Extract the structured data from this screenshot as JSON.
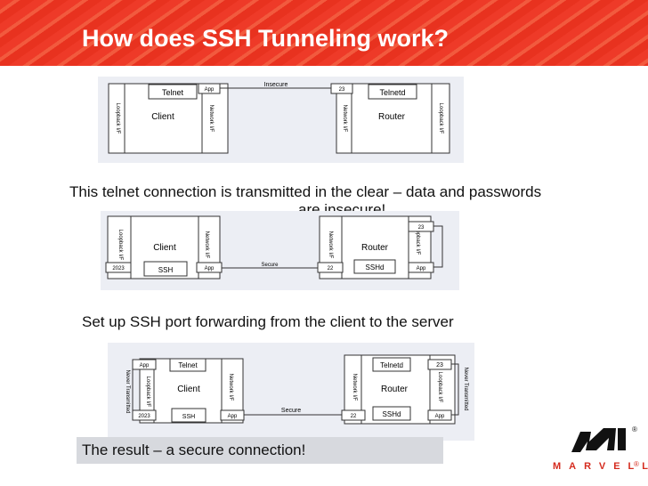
{
  "slide": {
    "title": "How does SSH Tunneling work?",
    "caption1": "This telnet connection is transmitted in the clear – data and passwords",
    "caption1_line2": "are insecure!",
    "caption2": "Set up SSH port forwarding from the client to the server",
    "caption3": "The result – a secure connection!"
  },
  "diagram1": {
    "client_app": "Telnet",
    "client_label": "Client",
    "client_loopback": "Loopback I/F",
    "client_network": "Network I/F",
    "client_port": "App",
    "connection_label": "Insecure",
    "router_port": "23",
    "router_app": "Telnetd",
    "router_label": "Router",
    "router_network": "Network I/F",
    "router_loopback": "Loopback I/F"
  },
  "diagram2": {
    "client_label": "Client",
    "client_loopback": "Loopback I/F",
    "client_network": "Network I/F",
    "client_local_port": "2023",
    "client_ssh": "SSH",
    "client_port": "App",
    "connection_label": "Secure",
    "router_port": "22",
    "router_sshd": "SSHd",
    "router_app_port": "App",
    "router_label": "Router",
    "router_network": "Network I/F",
    "router_loopback": "Loopback I/F",
    "router_loop_port": "23"
  },
  "diagram3": {
    "never_transmitted_left": "Never Transmitted",
    "client_app_port": "App",
    "client_app": "Telnet",
    "client_loopback": "Loopback I/F",
    "client_label": "Client",
    "client_network": "Network I/F",
    "client_local_port": "2023",
    "client_ssh": "SSH",
    "client_port": "App",
    "connection_label": "Secure",
    "router_port": "22",
    "router_sshd": "SSHd",
    "router_app_port": "App",
    "router_app": "Telnetd",
    "router_loop_port": "23",
    "router_label": "Router",
    "router_network": "Network I/F",
    "router_loopback": "Loopback I/F",
    "never_transmitted_right": "Never Transmitted"
  },
  "logo": {
    "text": "MARVELL",
    "reg_mark": "®"
  },
  "colors": {
    "header": "#ee3a28",
    "panel": "#eceef4",
    "result_box": "#d7d9de"
  }
}
